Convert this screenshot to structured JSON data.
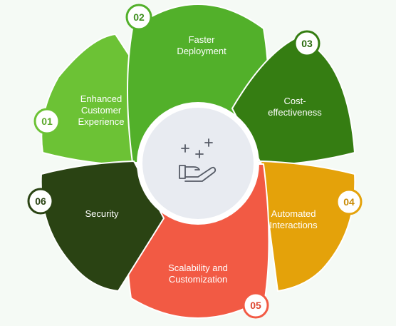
{
  "colors": {
    "background": "#f5faf5",
    "hub_fill": "#e8ebf1",
    "hub_ring": "#ffffff",
    "badge_fill": "#ffffff"
  },
  "hub_icon": "hand-with-sparkles-icon",
  "segments": [
    {
      "number": "01",
      "label_lines": [
        "Enhanced",
        "Customer",
        "Experience"
      ],
      "color": "#6cc235",
      "badge_text_color": "#5aa82a"
    },
    {
      "number": "02",
      "label_lines": [
        "Faster",
        "Deployment"
      ],
      "color": "#52b02a",
      "badge_text_color": "#3f8f1f"
    },
    {
      "number": "03",
      "label_lines": [
        "Cost-",
        "effectiveness"
      ],
      "color": "#357d12",
      "badge_text_color": "#2a6b0e"
    },
    {
      "number": "04",
      "label_lines": [
        "Automated",
        "Interactions"
      ],
      "color": "#e4a20a",
      "badge_text_color": "#c98b06"
    },
    {
      "number": "05",
      "label_lines": [
        "Scalability and",
        "Customization"
      ],
      "color": "#f25a44",
      "badge_text_color": "#dd4630"
    },
    {
      "number": "06",
      "label_lines": [
        "Security"
      ],
      "color": "#2a4313",
      "badge_text_color": "#2a4313"
    }
  ]
}
